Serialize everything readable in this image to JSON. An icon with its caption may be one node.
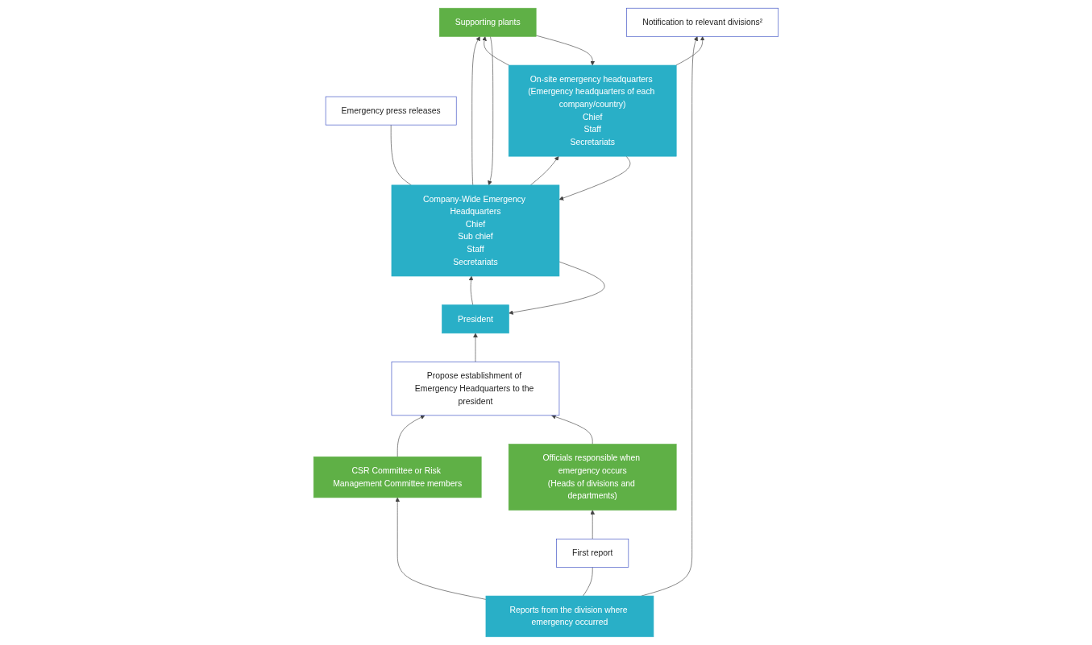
{
  "diagram": {
    "nodes": [
      {
        "text": [
          "President"
        ]
      },
      {
        "text": [
          "Propose establishment of Emergency Headquarters to the president"
        ]
      },
      {
        "text": [
          "Company-Wide Emergency Headquarters",
          "Chief",
          "Sub chief",
          "Staff",
          "Secretariats"
        ]
      },
      {
        "text": [
          "Emergency press releases"
        ]
      },
      {
        "text": [
          "CSR Committee or Risk Management Committee members"
        ]
      },
      {
        "text": [
          "Officials responsible when emergency occurs",
          "(Heads of divisions and departments)"
        ]
      },
      {
        "text": [
          "First report"
        ]
      },
      {
        "text": [
          "On-site emergency headquarters (Emergency headquarters of each company/country)",
          "Chief",
          "Staff",
          "Secretariats"
        ]
      },
      {
        "text": [
          "Supporting plants"
        ]
      },
      {
        "text": [
          "Reports from the division where emergency occurred"
        ]
      },
      {
        "text": [
          "Notification to relevant divisions²"
        ]
      }
    ],
    "edges": [
      {
        "from": 1,
        "to": 0,
        "arrow": "to"
      },
      {
        "from": 2,
        "to": 0,
        "arrow": "to"
      },
      {
        "from": 0,
        "to": 2,
        "arrow": "to"
      },
      {
        "from": 2,
        "to": 3,
        "arrow": "none"
      },
      {
        "from": 4,
        "to": 1,
        "arrow": "to"
      },
      {
        "from": 5,
        "to": 1,
        "arrow": "to"
      },
      {
        "from": 7,
        "to": 2,
        "arrow": "to"
      },
      {
        "from": 2,
        "to": 7,
        "arrow": "to"
      },
      {
        "from": 8,
        "to": 2,
        "arrow": "to"
      },
      {
        "from": 2,
        "to": 8,
        "arrow": "to"
      },
      {
        "from": 7,
        "to": 8,
        "arrow": "to"
      },
      {
        "from": 8,
        "to": 7,
        "arrow": "to"
      },
      {
        "from": 9,
        "to": 4,
        "arrow": "to"
      },
      {
        "from": 9,
        "to": 6,
        "arrow": "none"
      },
      {
        "from": 6,
        "to": 5,
        "arrow": "to"
      },
      {
        "from": 9,
        "to": 10,
        "arrow": "to"
      },
      {
        "from": 7,
        "to": 10,
        "arrow": "to"
      }
    ]
  }
}
